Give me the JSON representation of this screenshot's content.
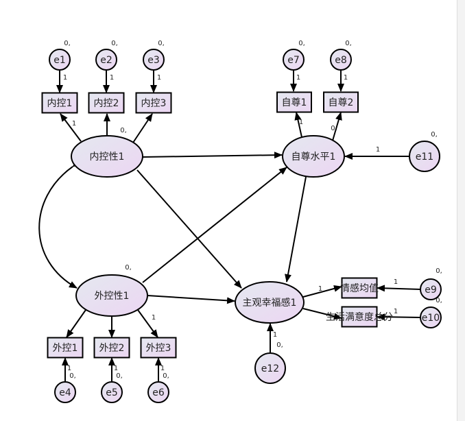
{
  "nodes": {
    "e1": "e1",
    "e2": "e2",
    "e3": "e3",
    "e4": "e4",
    "e5": "e5",
    "e6": "e6",
    "e7": "e7",
    "e8": "e8",
    "e9": "e9",
    "e10": "e10",
    "e11": "e11",
    "e12": "e12",
    "nk1": "内控1",
    "nk2": "内控2",
    "nk3": "内控3",
    "wk1": "外控1",
    "wk2": "外控2",
    "wk3": "外控3",
    "zz1": "自尊1",
    "zz2": "自尊2",
    "qg": "情感均值",
    "sh": "生活满意度总分",
    "nkx": "内控性1",
    "wkx": "外控性1",
    "zzsp": "自尊水平1",
    "zgxf": "主观幸福感1"
  },
  "variance_labels": {
    "e1": "0,",
    "e2": "0,",
    "e3": "0,",
    "e4": "0,",
    "e5": "0,",
    "e6": "0,",
    "e7": "0,",
    "e8": "0,",
    "e9": "0,",
    "e10": "0,",
    "e11": "0,",
    "e12": "0,",
    "nkx": "0,",
    "wkx": "0,",
    "zzsp": "0,"
  },
  "path_labels": {
    "e1": "1",
    "e2": "1",
    "e3": "1",
    "e4": "1",
    "e5": "1",
    "e6": "1",
    "e7": "1",
    "e8": "1",
    "e9": "1",
    "e10": "1",
    "e11": "1",
    "e12": "1",
    "nk1": "1",
    "wk3": "1",
    "zz1": "1",
    "qg": "1"
  },
  "colors": {
    "node_fill_start": "#e4e8f0",
    "node_fill_end": "#ecd6f2",
    "orange": "#c07000",
    "blue": "#1060a0",
    "purple": "#6a1060"
  }
}
